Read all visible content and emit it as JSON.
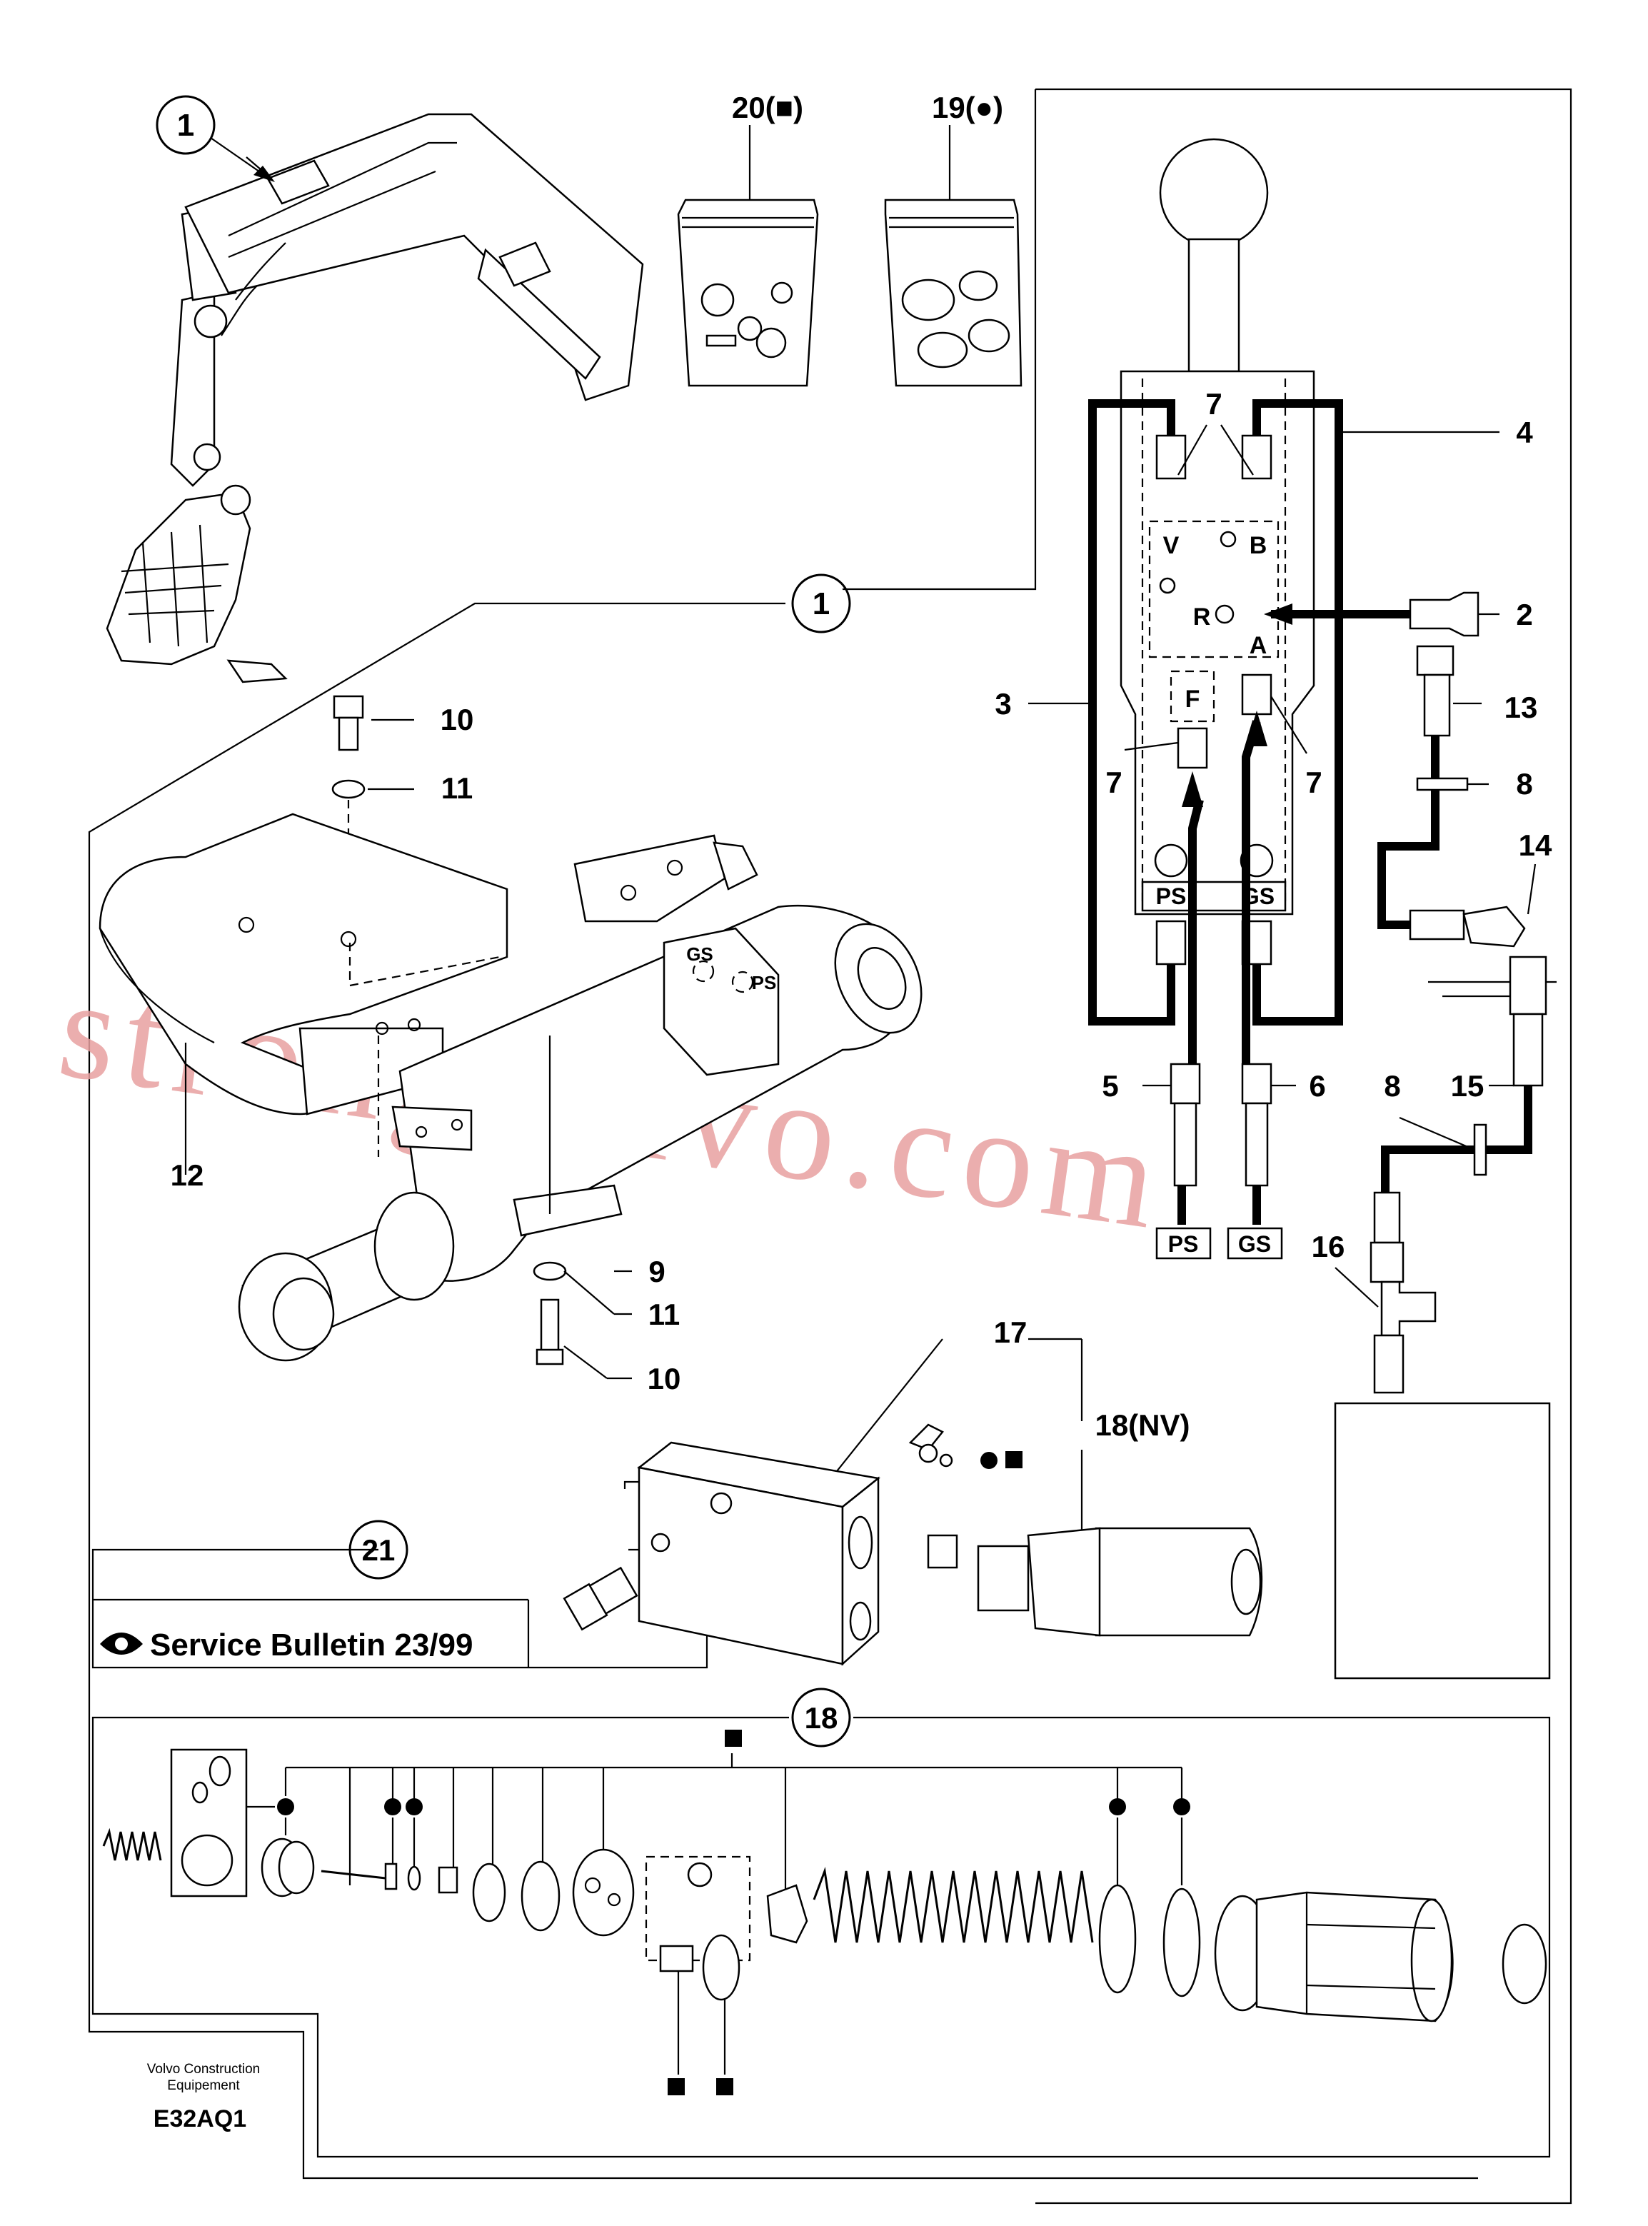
{
  "callouts": {
    "c1_top": "1",
    "c1_mid": "1",
    "c21": "21",
    "c18": "18",
    "kit20": "20(■)",
    "kit19": "19(●)",
    "l2": "2",
    "l3": "3",
    "l4": "4",
    "l5": "5",
    "l6": "6",
    "l7a": "7",
    "l7b": "7",
    "l7c": "7",
    "l8a": "8",
    "l8b": "8",
    "l10a": "10",
    "l10b": "10",
    "l11a": "11",
    "l11b": "11",
    "l12": "12",
    "l9": "9",
    "l13": "13",
    "l14": "14",
    "l15": "15",
    "l16": "16",
    "l17": "17",
    "l18nv": "18(NV)"
  },
  "valve_ports": {
    "V": "V",
    "B": "B",
    "R": "R",
    "A": "A",
    "F": "F",
    "PS": "PS",
    "GS": "GS"
  },
  "line_tags": {
    "ps": "PS",
    "gs": "GS"
  },
  "sensor_ports": {
    "gs": "GS",
    "ps": "PS"
  },
  "bulletin": "Service Bulletin 23/99",
  "footer": {
    "company_line1": "Volvo Construction",
    "company_line2": "Equipement",
    "drawing_code": "E32AQ1"
  },
  "watermark": "strongvolvo.com"
}
